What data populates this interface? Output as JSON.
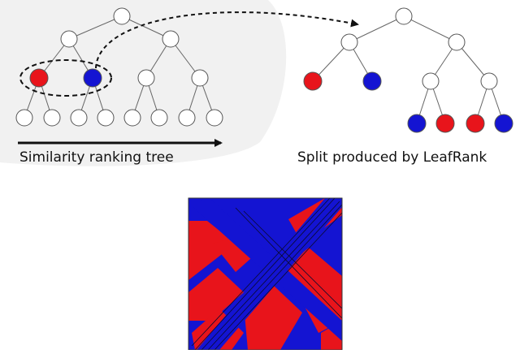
{
  "captions": {
    "left": "Similarity ranking tree",
    "right": "Split produced by LeafRank"
  },
  "colors": {
    "positive": "#e8141b",
    "negative": "#1414d2",
    "empty": "#ffffff",
    "background": "#f1f1f1",
    "edge": "#666666",
    "arrow": "#111111"
  },
  "left_tree": {
    "root": "empty",
    "level1": [
      "empty",
      "empty"
    ],
    "level2": [
      "positive",
      "negative",
      "empty",
      "empty"
    ],
    "level3": [
      "empty",
      "empty",
      "empty",
      "empty",
      "empty",
      "empty",
      "empty",
      "empty"
    ],
    "highlight": "dashed ellipse around the positive and negative level-2 nodes"
  },
  "right_tree": {
    "root": "empty",
    "level1": [
      "empty",
      "empty"
    ],
    "level2": [
      "positive",
      "negative",
      "empty",
      "empty"
    ],
    "level3": [
      "negative",
      "positive",
      "positive",
      "negative"
    ]
  },
  "partition_image": {
    "colors": [
      "positive",
      "negative"
    ],
    "description_visible": false
  }
}
